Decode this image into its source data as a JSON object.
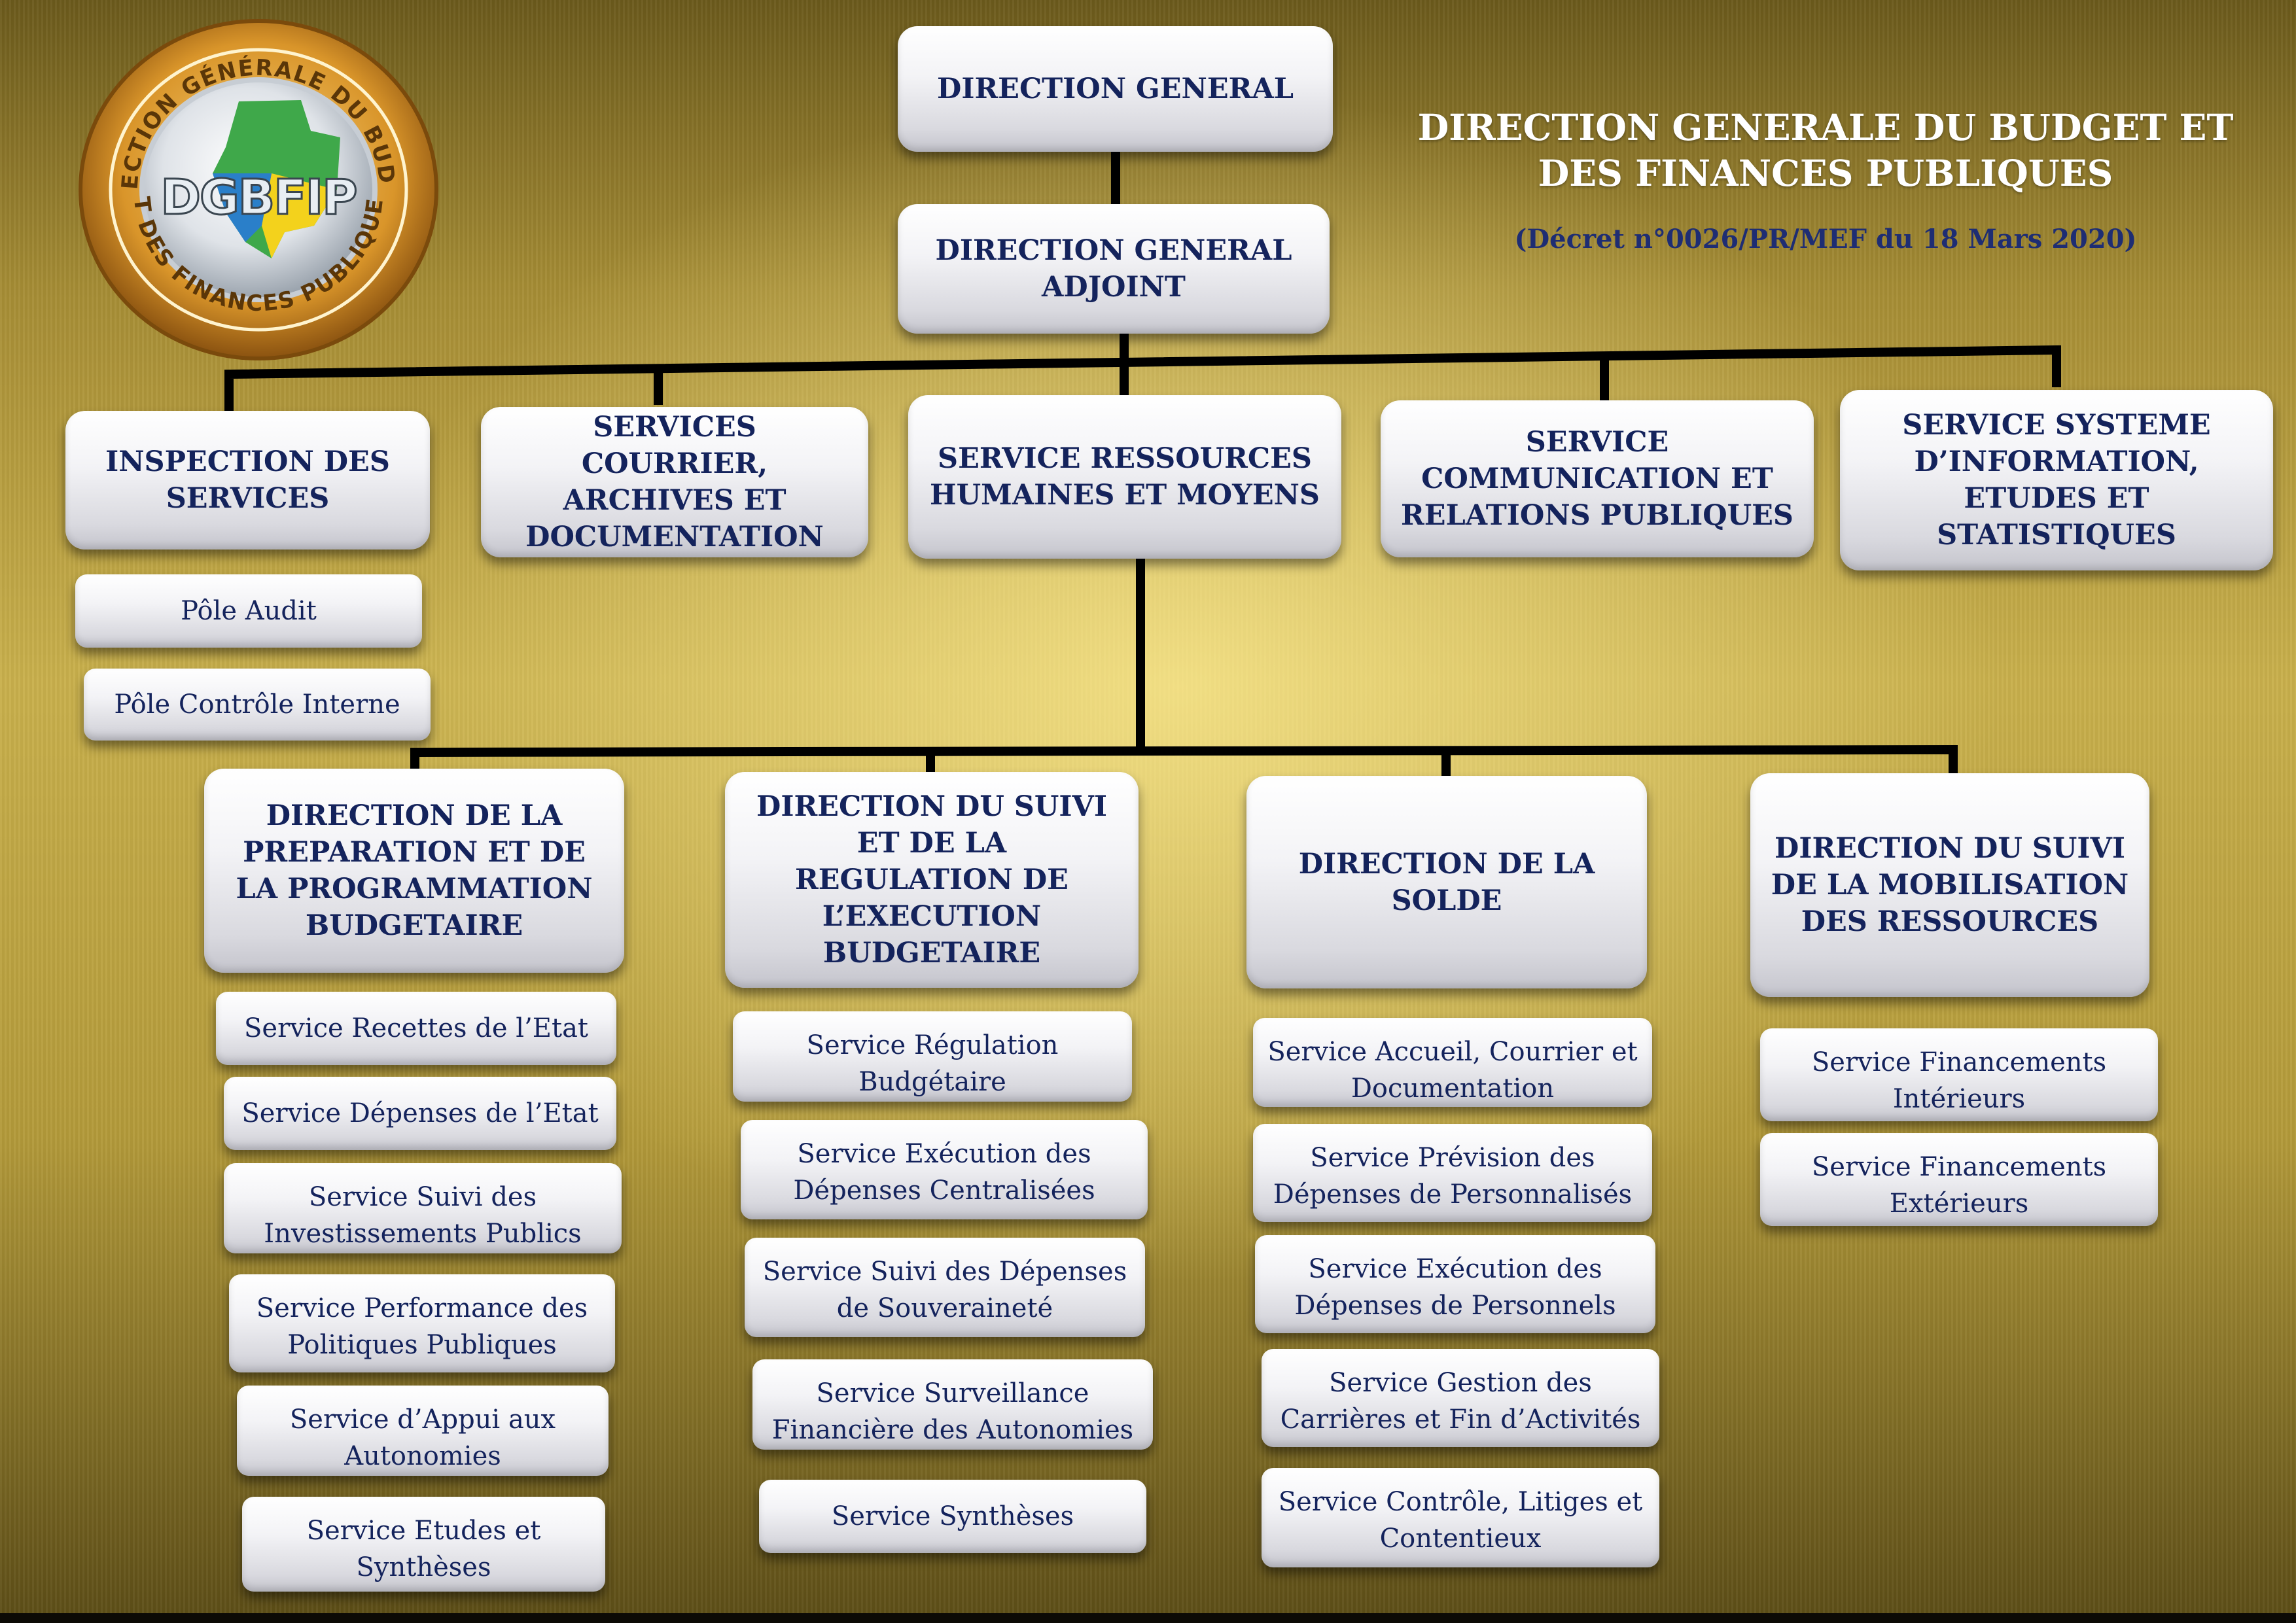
{
  "header": {
    "title": "DIRECTION GENERALE DU BUDGET ET\nDES FINANCES PUBLIQUES",
    "decree": "(Décret n°0026/PR/MEF du 18 Mars 2020)"
  },
  "logo": {
    "ring_top_text": "DIRECTION GÉNÉRALE DU BUDGET",
    "ring_bottom_text": "ET DES FINANCES PUBLIQUES",
    "wordmark": "DGBFIP"
  },
  "top": {
    "dg": "DIRECTION GENERAL",
    "dga": "DIRECTION GENERAL\nADJOINT"
  },
  "services": [
    {
      "label": "INSPECTION DES\nSERVICES"
    },
    {
      "label": "SERVICES COURRIER,\nARCHIVES ET\nDOCUMENTATION"
    },
    {
      "label": "SERVICE RESSOURCES\nHUMAINES ET MOYENS"
    },
    {
      "label": "SERVICE\nCOMMUNICATION ET\nRELATIONS PUBLIQUES"
    },
    {
      "label": "SERVICE SYSTEME\nD’INFORMATION,\nETUDES ET\nSTATISTIQUES"
    }
  ],
  "poles": [
    {
      "label": "Pôle Audit"
    },
    {
      "label": "Pôle Contrôle Interne"
    }
  ],
  "directions": [
    {
      "label": "DIRECTION DE LA\nPREPARATION ET DE\nLA PROGRAMMATION\nBUDGETAIRE",
      "items": [
        "Service Recettes de l’Etat",
        "Service Dépenses de l’Etat",
        "Service Suivi des\nInvestissements Publics",
        "Service Performance des\nPolitiques Publiques",
        "Service d’Appui aux\nAutonomies",
        "Service Etudes et\nSynthèses"
      ]
    },
    {
      "label": "DIRECTION DU SUIVI\nET DE LA\nREGULATION DE\nL’EXECUTION\nBUDGETAIRE",
      "items": [
        "Service Régulation\nBudgétaire",
        "Service Exécution des\nDépenses Centralisées",
        "Service Suivi des Dépenses\nde Souveraineté",
        "Service Surveillance\nFinancière des Autonomies",
        "Service Synthèses"
      ]
    },
    {
      "label": "DIRECTION DE LA\nSOLDE",
      "items": [
        "Service Accueil, Courrier et\nDocumentation",
        "Service Prévision des\nDépenses de Personnalisés",
        "Service Exécution des\nDépenses de Personnels",
        "Service Gestion des\nCarrières et Fin d’Activités",
        "Service Contrôle, Litiges et\nContentieux"
      ]
    },
    {
      "label": "DIRECTION DU SUIVI\nDE LA MOBILISATION\nDES RESSOURCES",
      "items": [
        "Service Financements\nIntérieurs",
        "Service Financements\nExtérieurs"
      ]
    }
  ],
  "colors": {
    "box_text": "#14235c",
    "line": "#000000",
    "title": "#ffffff",
    "decree": "#1e2d73"
  }
}
